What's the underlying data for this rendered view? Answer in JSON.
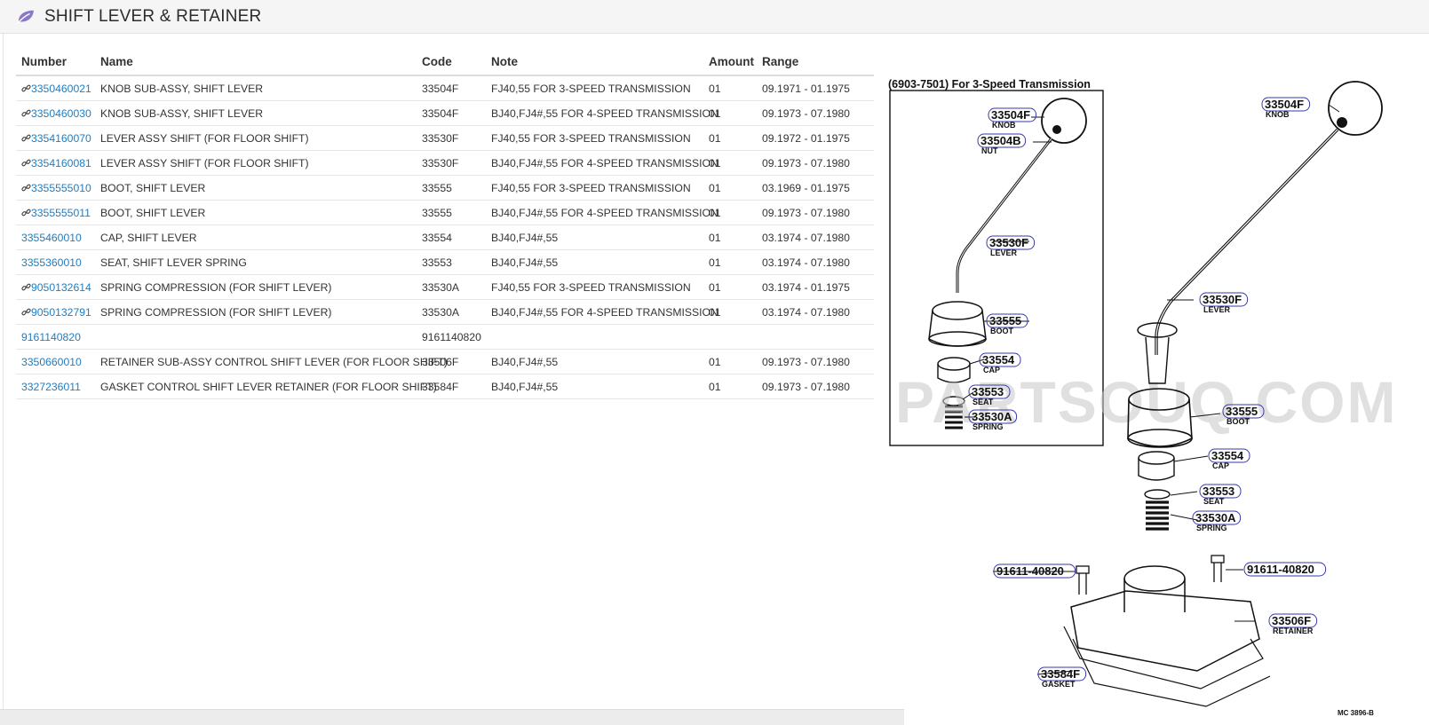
{
  "header": {
    "title": "SHIFT LEVER & RETAINER",
    "icon": "leaf-icon",
    "icon_color": "#8b78c9"
  },
  "table": {
    "columns": [
      "Number",
      "Name",
      "Code",
      "Note",
      "Amount",
      "Range"
    ],
    "rows": [
      {
        "number": "3350460021",
        "name": "KNOB SUB-ASSY, SHIFT LEVER",
        "code": "33504F",
        "note": "FJ40,55 FOR 3-SPEED TRANSMISSION",
        "amount": "01",
        "range": "09.1971 - 01.1975",
        "linked": true
      },
      {
        "number": "3350460030",
        "name": "KNOB SUB-ASSY, SHIFT LEVER",
        "code": "33504F",
        "note": "BJ40,FJ4#,55 FOR 4-SPEED TRANSMISSION",
        "amount": "01",
        "range": "09.1973 - 07.1980",
        "linked": true
      },
      {
        "number": "3354160070",
        "name": "LEVER ASSY SHIFT (FOR FLOOR SHIFT)",
        "code": "33530F",
        "note": "FJ40,55 FOR 3-SPEED TRANSMISSION",
        "amount": "01",
        "range": "09.1972 - 01.1975",
        "linked": true
      },
      {
        "number": "3354160081",
        "name": "LEVER ASSY SHIFT (FOR FLOOR SHIFT)",
        "code": "33530F",
        "note": "BJ40,FJ4#,55 FOR 4-SPEED TRANSMISSION",
        "amount": "01",
        "range": "09.1973 - 07.1980",
        "linked": true
      },
      {
        "number": "3355555010",
        "name": "BOOT, SHIFT LEVER",
        "code": "33555",
        "note": "FJ40,55 FOR 3-SPEED TRANSMISSION",
        "amount": "01",
        "range": "03.1969 - 01.1975",
        "linked": true
      },
      {
        "number": "3355555011",
        "name": "BOOT, SHIFT LEVER",
        "code": "33555",
        "note": "BJ40,FJ4#,55 FOR 4-SPEED TRANSMISSION",
        "amount": "01",
        "range": "09.1973 - 07.1980",
        "linked": true
      },
      {
        "number": "3355460010",
        "name": "CAP, SHIFT LEVER",
        "code": "33554",
        "note": "BJ40,FJ4#,55",
        "amount": "01",
        "range": "03.1974 - 07.1980",
        "linked": false
      },
      {
        "number": "3355360010",
        "name": "SEAT, SHIFT LEVER SPRING",
        "code": "33553",
        "note": "BJ40,FJ4#,55",
        "amount": "01",
        "range": "03.1974 - 07.1980",
        "linked": false
      },
      {
        "number": "9050132614",
        "name": "SPRING COMPRESSION (FOR SHIFT LEVER)",
        "code": "33530A",
        "note": "FJ40,55 FOR 3-SPEED TRANSMISSION",
        "amount": "01",
        "range": "03.1974 - 01.1975",
        "linked": true
      },
      {
        "number": "9050132791",
        "name": "SPRING COMPRESSION (FOR SHIFT LEVER)",
        "code": "33530A",
        "note": "BJ40,FJ4#,55 FOR 4-SPEED TRANSMISSION",
        "amount": "01",
        "range": "03.1974 - 07.1980",
        "linked": true
      },
      {
        "number": "9161140820",
        "name": "",
        "code": "9161140820",
        "note": "",
        "amount": "",
        "range": "",
        "linked": false
      },
      {
        "number": "3350660010",
        "name": "RETAINER SUB-ASSY CONTROL SHIFT LEVER (FOR FLOOR SHIFT)",
        "code": "33506F",
        "note": "BJ40,FJ4#,55",
        "amount": "01",
        "range": "09.1973 - 07.1980",
        "linked": false
      },
      {
        "number": "3327236011",
        "name": "GASKET CONTROL SHIFT LEVER RETAINER (FOR FLOOR SHIFT)",
        "code": "33584F",
        "note": "BJ40,FJ4#,55",
        "amount": "01",
        "range": "09.1973 - 07.1980",
        "linked": false
      }
    ]
  },
  "diagram": {
    "inset_title": "(6903-7501) For 3-Speed Transmission",
    "watermark": "PARTSOUQ.COM",
    "drawing_code": "MC 3896-B",
    "inset_labels": [
      {
        "code": "33504F",
        "sub": "KNOB"
      },
      {
        "code": "33504B",
        "sub": "NUT"
      },
      {
        "code": "33530F",
        "sub": "LEVER"
      },
      {
        "code": "33555",
        "sub": "BOOT"
      },
      {
        "code": "33554",
        "sub": "CAP"
      },
      {
        "code": "33553",
        "sub": "SEAT"
      },
      {
        "code": "33530A",
        "sub": "SPRING"
      }
    ],
    "main_labels": [
      {
        "code": "33504F",
        "sub": "KNOB"
      },
      {
        "code": "33530F",
        "sub": "LEVER"
      },
      {
        "code": "33555",
        "sub": "BOOT"
      },
      {
        "code": "33554",
        "sub": "CAP"
      },
      {
        "code": "33553",
        "sub": "SEAT"
      },
      {
        "code": "33530A",
        "sub": "SPRING"
      },
      {
        "code": "91611-40820",
        "sub": ""
      },
      {
        "code": "91611-40820",
        "sub": ""
      },
      {
        "code": "33506F",
        "sub": "RETAINER"
      },
      {
        "code": "33584F",
        "sub": "GASKET"
      }
    ]
  },
  "colors": {
    "link": "#1f7cc1",
    "header_bg": "#f5f5f5",
    "label_outline": "#3a3aa8"
  }
}
